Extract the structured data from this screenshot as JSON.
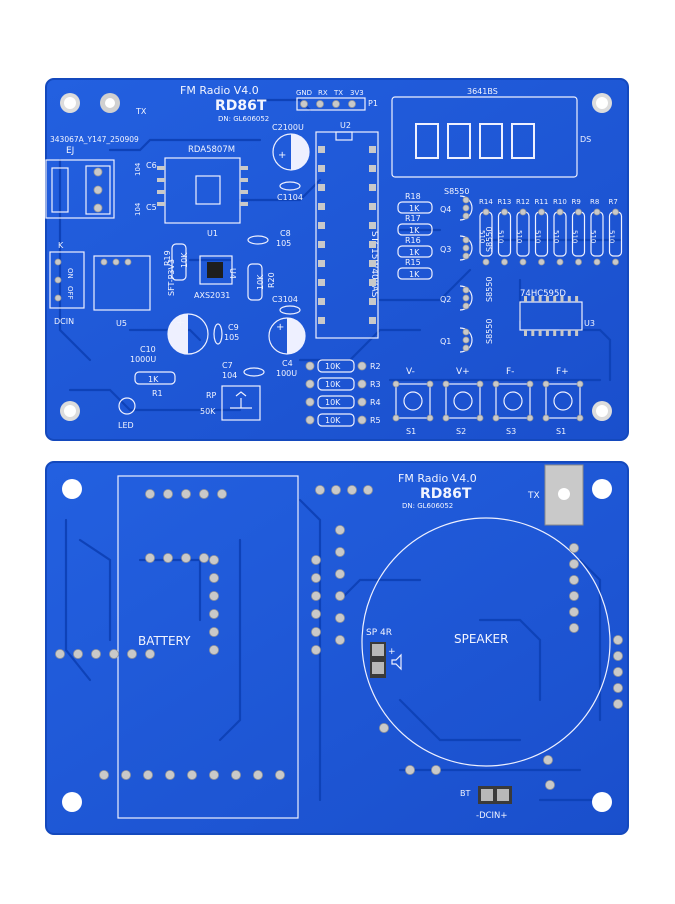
{
  "colors": {
    "board": "#1b56d6",
    "board_edge": "#1449bd",
    "silk": "#eef0ff",
    "pad": "#c9c9c9",
    "trace": "#0e42b8"
  },
  "front": {
    "title": "FM Radio V4.0",
    "model": "RD86T",
    "designer": "DN: GL606052",
    "serial": "343067A_Y147_250909",
    "header_pins": [
      "GND",
      "RX",
      "TX",
      "3V3"
    ],
    "header_ref": "P1",
    "display_part": "3641BS",
    "display_ref": "DS",
    "tx_label": "TX",
    "ej_label": "EJ",
    "radio_chip": "RDA5807M",
    "u1": "U1",
    "mcu_label": "STC15W408AS",
    "mcu_ref": "U2",
    "amp_chip": "AXS2031",
    "u4": "U4",
    "u5": "U5",
    "ldo": "SFT-P3V3",
    "shift_reg": "74HC595D",
    "u3": "U3",
    "on_off": [
      "ON",
      "OFF"
    ],
    "k_label": "K",
    "dcin": "DCIN",
    "led": "LED",
    "rp": "RP",
    "rp_value": "50K",
    "caps": [
      {
        "ref": "C6",
        "value": "104"
      },
      {
        "ref": "C5",
        "value": "104"
      },
      {
        "ref": "C2",
        "value": "100U"
      },
      {
        "ref": "C1",
        "value": "104"
      },
      {
        "ref": "C8",
        "value": "105"
      },
      {
        "ref": "C3",
        "value": "104"
      },
      {
        "ref": "C9",
        "value": "105"
      },
      {
        "ref": "C10",
        "value": "1000U"
      },
      {
        "ref": "C7",
        "value": "104"
      },
      {
        "ref": "C4",
        "value": "100U"
      }
    ],
    "res_r19": {
      "ref": "R19",
      "value": "10K"
    },
    "res_r20": {
      "ref": "R20",
      "value": "10K"
    },
    "res_r1": {
      "ref": "R1",
      "value": "1K"
    },
    "res_left": [
      {
        "ref": "R18",
        "value": "1K"
      },
      {
        "ref": "R17",
        "value": "1K"
      },
      {
        "ref": "R16",
        "value": "1K"
      },
      {
        "ref": "R15",
        "value": "1K"
      }
    ],
    "res_bottom": [
      {
        "ref": "R2",
        "value": "10K"
      },
      {
        "ref": "R3",
        "value": "10K"
      },
      {
        "ref": "R4",
        "value": "10K"
      },
      {
        "ref": "R5",
        "value": "10K"
      }
    ],
    "res_top_refs": [
      "R14",
      "R13",
      "R12",
      "R11",
      "R10",
      "R9",
      "R8",
      "R7"
    ],
    "res_top_value": "510",
    "transistors": [
      {
        "ref": "Q4",
        "part": "S8550"
      },
      {
        "ref": "Q3",
        "part": "S8550"
      },
      {
        "ref": "Q2",
        "part": "S8550"
      },
      {
        "ref": "Q1",
        "part": "S8550"
      }
    ],
    "buttons": [
      {
        "label": "V-",
        "ref": "S1"
      },
      {
        "label": "V+",
        "ref": "S2"
      },
      {
        "label": "F-",
        "ref": "S3"
      },
      {
        "label": "F+",
        "ref": "S1"
      }
    ]
  },
  "back": {
    "title": "FM Radio V4.0",
    "model": "RD86T",
    "designer": "DN: GL606052",
    "battery": "BATTERY",
    "speaker": "SPEAKER",
    "sp_label": "SP 4R",
    "tx_label": "TX",
    "bt_label": "BT",
    "dcin": "-DCIN+"
  }
}
